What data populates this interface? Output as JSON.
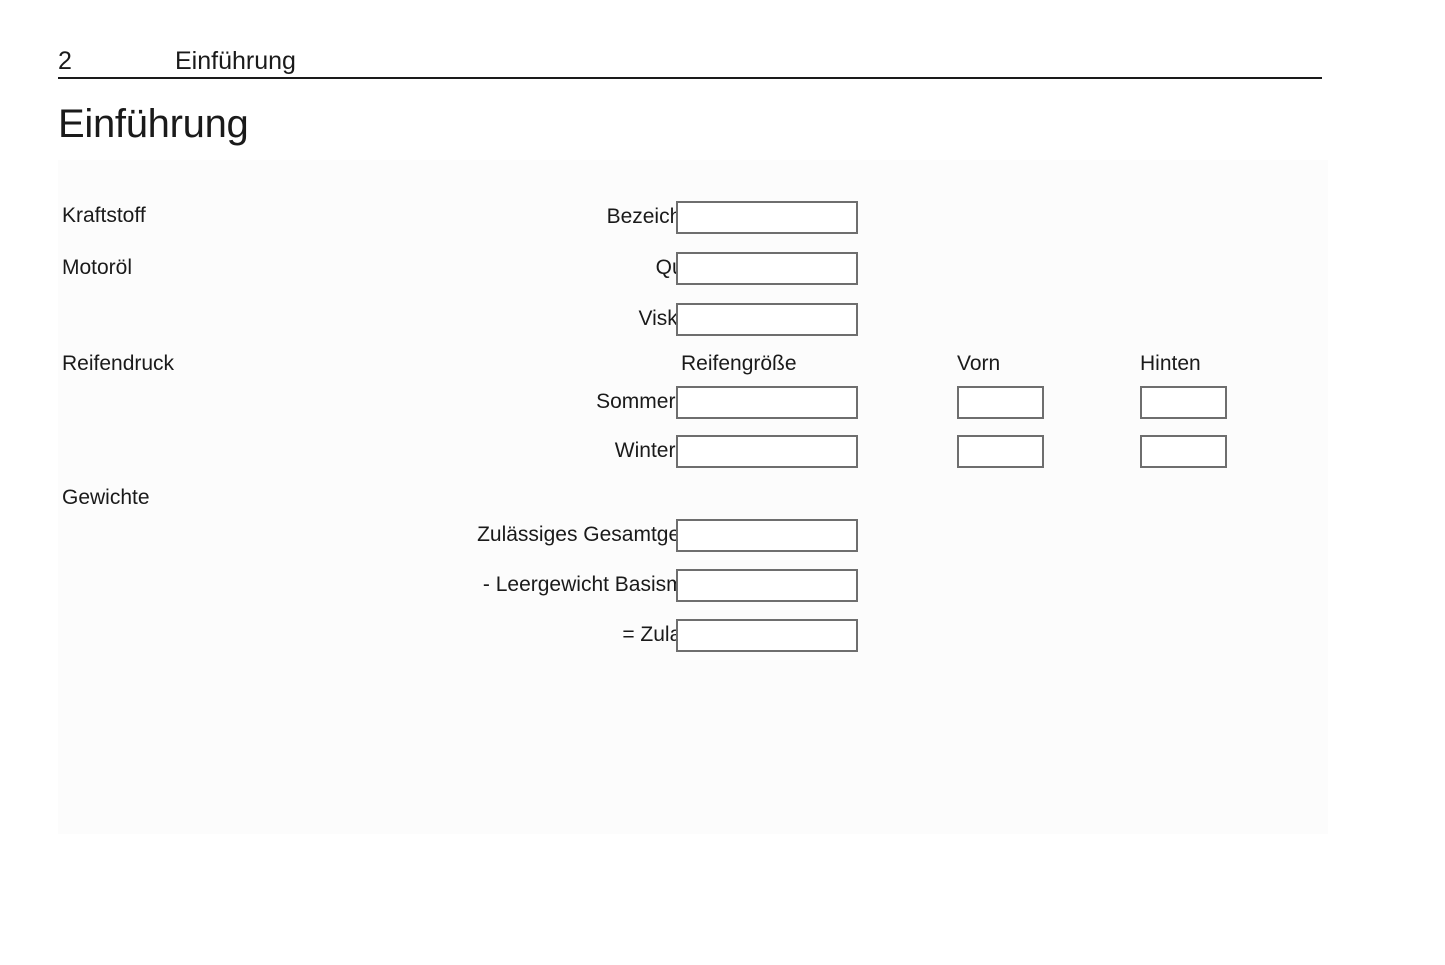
{
  "header": {
    "page_number": "2",
    "chapter": "Einführung"
  },
  "title": "Einführung",
  "form": {
    "sections": [
      {
        "label": "Kraftstoff"
      },
      {
        "label": "Motoröl"
      },
      {
        "label": "Reifendruck"
      },
      {
        "label": "Gewichte"
      }
    ],
    "column_headers": {
      "size": "Reifengröße",
      "front": "Vorn",
      "rear": "Hinten"
    },
    "fields": [
      {
        "label": "Bezeichnung",
        "value": ""
      },
      {
        "label": "Qualität",
        "value": ""
      },
      {
        "label": "Viskosität",
        "value": ""
      },
      {
        "label": "Sommerreifen",
        "value": "",
        "front": "",
        "rear": ""
      },
      {
        "label": "Winterreifen",
        "value": "",
        "front": "",
        "rear": ""
      },
      {
        "label": "Zulässiges Gesamtgewicht",
        "value": ""
      },
      {
        "label": "- Leergewicht Basismodell",
        "value": ""
      },
      {
        "label": "= Zuladung",
        "value": ""
      }
    ]
  }
}
